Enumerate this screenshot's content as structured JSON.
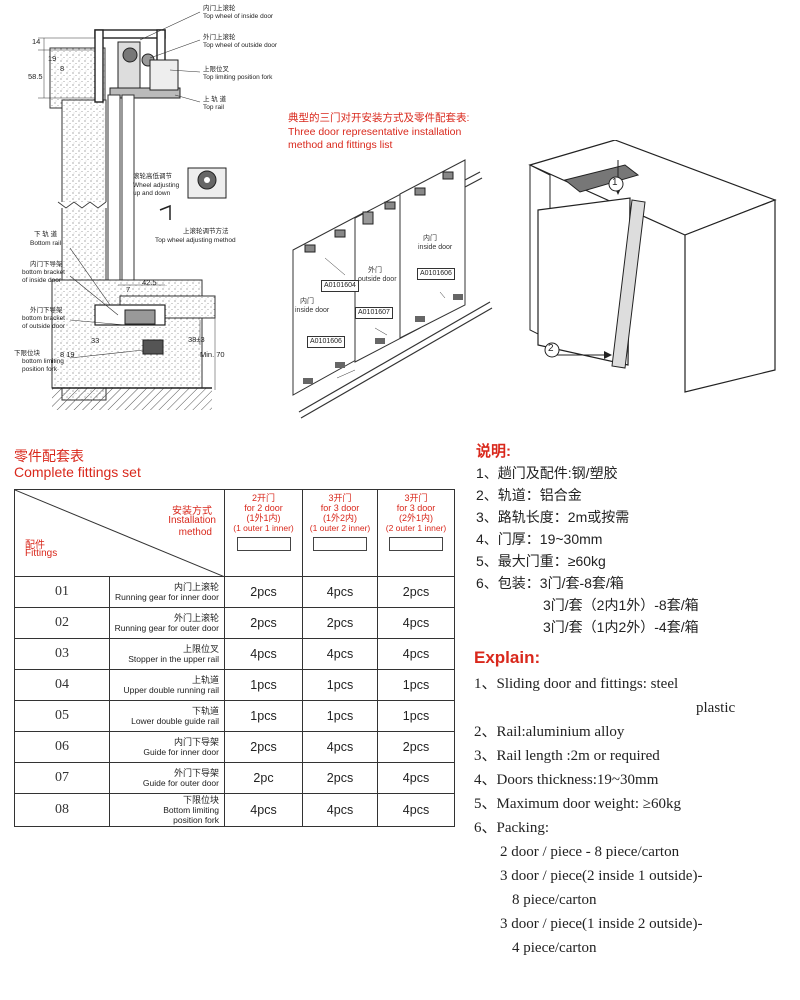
{
  "diagram_left": {
    "labels": {
      "top_wheel_inside_cn": "内门上滚轮",
      "top_wheel_inside_en": "Top wheel of inside door",
      "top_wheel_outside_cn": "外门上滚轮",
      "top_wheel_outside_en": "Top wheel of outside door",
      "top_fork_cn": "上限位叉",
      "top_fork_en": "Top limiting position fork",
      "top_rail_cn": "上 轨 道",
      "top_rail_en": "Top rail",
      "wheel_adjust_cn": "滚轮高低调节",
      "wheel_adjust_en1": "Wheel adjusting",
      "wheel_adjust_en2": "up and down",
      "adjust_method_cn": "上滚轮调节方法",
      "adjust_method_en": "Top wheel adjusting method",
      "bottom_rail_cn": "下 轨 道",
      "bottom_rail_en": "Bottom rail",
      "inner_guide_cn": "内门下导架",
      "inner_guide_en1": "bottom bracket",
      "inner_guide_en2": "of inside door",
      "outer_guide_cn": "外门下导架",
      "outer_guide_en1": "bottom bracket",
      "outer_guide_en2": "of outside door",
      "bottom_fork_cn": "下限位块",
      "bottom_fork_en1": "bottom limiting",
      "bottom_fork_en2": "position fork"
    },
    "dims": {
      "d14": "14",
      "d19": "19",
      "d8": "8",
      "d585": "58.5",
      "d425": "42.5",
      "d7": "7",
      "d33": "33",
      "d38": "38±3",
      "dmin": "Min. 70",
      "d819": "8 19"
    }
  },
  "diagram_middle": {
    "caption_cn": "典型的三门对开安装方式及零件配套表:",
    "caption_en1": "Three door representative installation",
    "caption_en2": "method and fittings list",
    "inside_door_a": "内门",
    "inside_door_a_en": "inside door",
    "outside_door": "外门",
    "outside_door_en": "outside door",
    "inside_door_b": "内门",
    "inside_door_b_en": "inside door",
    "part1": "A0101604",
    "part2": "A0101606",
    "part3": "A0101607",
    "part4": "A0101606"
  },
  "diagram_right": {
    "step1": "1",
    "step2": "2"
  },
  "table": {
    "title_cn": "零件配套表",
    "title_en": "Complete fittings set",
    "corner_method_cn": "安装方式",
    "corner_method_en1": "Installation",
    "corner_method_en2": "method",
    "corner_fittings_cn": "配件",
    "corner_fittings_en": "Fittings",
    "columns": [
      {
        "l1": "2开门",
        "l2": "for 2 door",
        "l3": "(1外1内)",
        "l4": "(1 outer 1 inner)"
      },
      {
        "l1": "3开门",
        "l2": "for 3 door",
        "l3": "(1外2内)",
        "l4": "(1 outer 2 inner)"
      },
      {
        "l1": "3开门",
        "l2": "for 3 door",
        "l3": "(2外1内)",
        "l4": "(2 outer 1 inner)"
      }
    ],
    "rows": [
      {
        "no": "01",
        "cn": "内门上滚轮",
        "en": "Running gear for inner door",
        "v1": "2pcs",
        "v2": "4pcs",
        "v3": "2pcs"
      },
      {
        "no": "02",
        "cn": "外门上滚轮",
        "en": "Running gear for outer door",
        "v1": "2pcs",
        "v2": "2pcs",
        "v3": "4pcs"
      },
      {
        "no": "03",
        "cn": "上限位叉",
        "en": "Stopper in the upper rail",
        "v1": "4pcs",
        "v2": "4pcs",
        "v3": "4pcs"
      },
      {
        "no": "04",
        "cn": "上轨道",
        "en": "Upper double running rail",
        "v1": "1pcs",
        "v2": "1pcs",
        "v3": "1pcs"
      },
      {
        "no": "05",
        "cn": "下轨道",
        "en": "Lower double guide rail",
        "v1": "1pcs",
        "v2": "1pcs",
        "v3": "1pcs"
      },
      {
        "no": "06",
        "cn": "内门下导架",
        "en": "Guide for inner door",
        "v1": "2pcs",
        "v2": "4pcs",
        "v3": "2pcs"
      },
      {
        "no": "07",
        "cn": "外门下导架",
        "en": "Guide for outer door",
        "v1": "2pc",
        "v2": "2pcs",
        "v3": "4pcs"
      },
      {
        "no": "08",
        "cn": "下限位块",
        "en": "Bottom limiting",
        "en2": "position fork",
        "v1": "4pcs",
        "v2": "4pcs",
        "v3": "4pcs"
      }
    ]
  },
  "explain_cn": {
    "title": "说明:",
    "lines": [
      "1、趟门及配件:钢/塑胶",
      "2、轨道：铝合金",
      "3、路轨长度：2m或按需",
      "4、门厚：19~30mm",
      "5、最大门重：≥60kg",
      "6、包装：3门/套-8套/箱",
      "3门/套（2内1外）-8套/箱",
      "3门/套（1内2外）-4套/箱"
    ]
  },
  "explain_en": {
    "title": "Explain:",
    "lines": [
      "1、Sliding door and fittings: steel",
      "plastic",
      "2、Rail:aluminium alloy",
      "3、Rail length :2m or required",
      "4、Doors thickness:19~30mm",
      "5、Maximum door weight: ≥60kg",
      "6、Packing:",
      "2 door / piece - 8 piece/carton",
      "3 door / piece(2 inside 1 outside)-",
      "8 piece/carton",
      "3 door / piece(1 inside 2 outside)-",
      "4 piece/carton"
    ]
  }
}
